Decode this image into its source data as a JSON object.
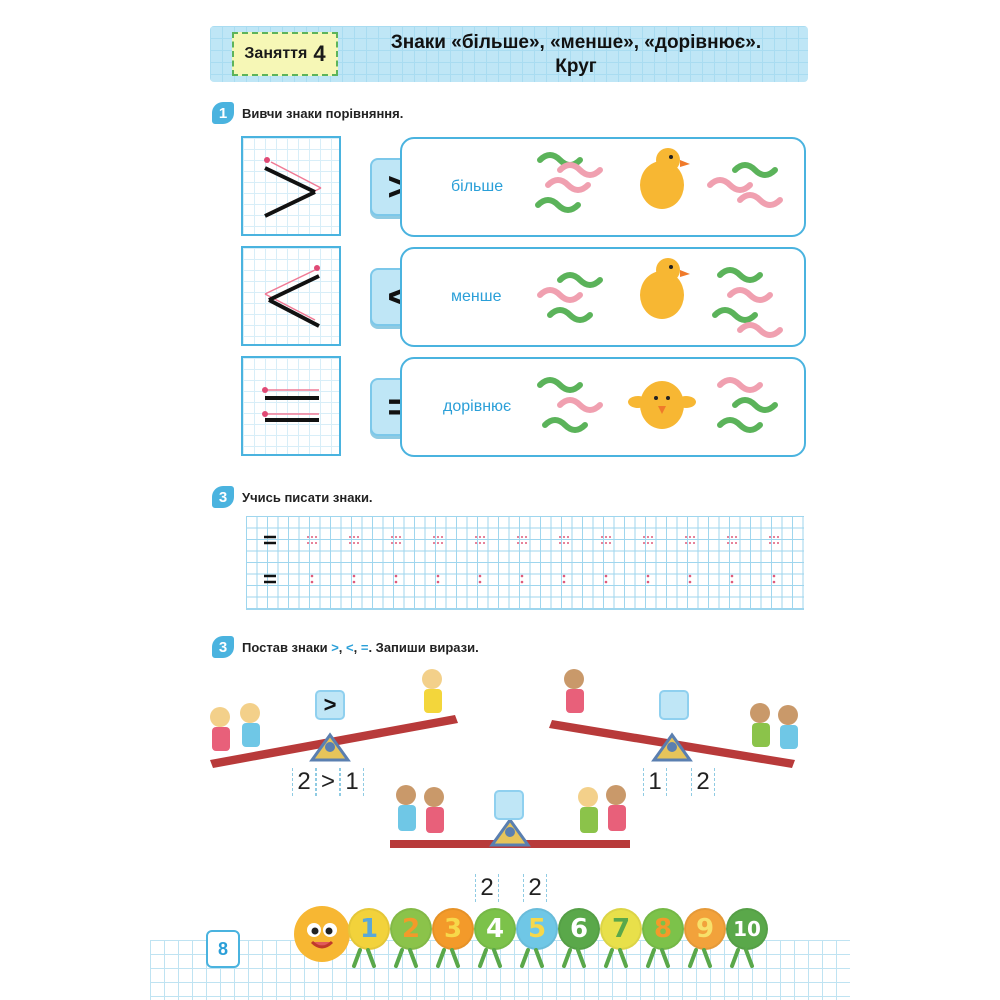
{
  "header": {
    "lesson_label": "Заняття",
    "lesson_number": "4",
    "title_line1": "Знаки «більше», «менше», «дорівнює».",
    "title_line2": "Круг"
  },
  "task1": {
    "number": "1",
    "instruction": "Вивчи знаки порівняння.",
    "rows": [
      {
        "sign": ">",
        "word": "більше"
      },
      {
        "sign": "<",
        "word": "менше"
      },
      {
        "sign": "=",
        "word": "дорівнює"
      }
    ]
  },
  "task2": {
    "number": "3",
    "instruction": "Учись писати знаки."
  },
  "task3": {
    "number": "3",
    "instruction_start": "Постав знаки ",
    "sign_gt": ">",
    "comma1": ", ",
    "sign_lt": "<",
    "comma2": ", ",
    "sign_eq": "=",
    "instruction_end": ". Запиши вирази.",
    "seesaws": [
      {
        "answer": ">",
        "left": "2",
        "sign": ">",
        "right": "1"
      },
      {
        "answer": "",
        "left": "1",
        "sign": "",
        "right": "2"
      },
      {
        "answer": "",
        "left": "2",
        "sign": "",
        "right": "2"
      }
    ]
  },
  "page_number": "8",
  "caterpillar": {
    "numbers": [
      "1",
      "2",
      "3",
      "4",
      "5",
      "6",
      "7",
      "8",
      "9",
      "10"
    ],
    "colors": [
      "#f2d23b",
      "#8bc34a",
      "#f39a2a",
      "#7cc24a",
      "#6fc7e6",
      "#5aa84a",
      "#e8e04a",
      "#7cc24a",
      "#f2a23b",
      "#5aa84a"
    ]
  },
  "colors": {
    "accent": "#4ab3df",
    "header_bg": "#bfe6f6",
    "label_bg": "#f6f7b6"
  }
}
